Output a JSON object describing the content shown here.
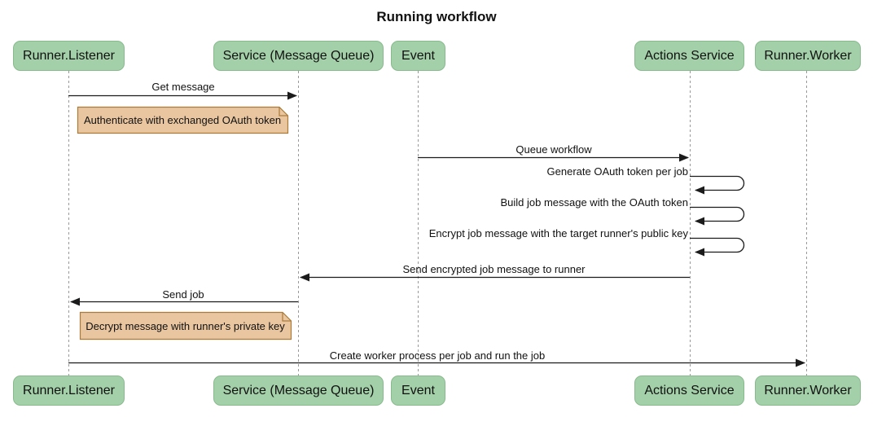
{
  "title": "Running workflow",
  "actors": [
    {
      "id": "runner-listener",
      "label": "Runner.Listener"
    },
    {
      "id": "service-message-queue",
      "label": "Service (Message Queue)"
    },
    {
      "id": "event",
      "label": "Event"
    },
    {
      "id": "actions-service",
      "label": "Actions Service"
    },
    {
      "id": "runner-worker",
      "label": "Runner.Worker"
    }
  ],
  "messages": [
    {
      "label": "Get message",
      "from": "Runner.Listener",
      "to": "Service (Message Queue)",
      "kind": "solid-arrow"
    },
    {
      "label": "Queue workflow",
      "from": "Event",
      "to": "Actions Service",
      "kind": "solid-arrow"
    },
    {
      "label": "Generate OAuth token per job",
      "from": "Actions Service",
      "to": "Actions Service",
      "kind": "self-loop"
    },
    {
      "label": "Build job message with the OAuth token",
      "from": "Actions Service",
      "to": "Actions Service",
      "kind": "self-loop"
    },
    {
      "label": "Encrypt job message with the target runner's public key",
      "from": "Actions Service",
      "to": "Actions Service",
      "kind": "self-loop"
    },
    {
      "label": "Send encrypted job message to runner",
      "from": "Actions Service",
      "to": "Service (Message Queue)",
      "kind": "solid-arrow"
    },
    {
      "label": "Send job",
      "from": "Service (Message Queue)",
      "to": "Runner.Listener",
      "kind": "solid-arrow"
    },
    {
      "label": "Create worker process per job and run the job",
      "from": "Runner.Listener",
      "to": "Runner.Worker",
      "kind": "solid-arrow"
    }
  ],
  "notes": [
    {
      "label": "Authenticate with exchanged OAuth token",
      "anchor": "Runner.Listener"
    },
    {
      "label": "Decrypt message with runner's private key",
      "anchor": "Runner.Listener"
    }
  ],
  "colors": {
    "actor_fill": "#a3d0a8",
    "actor_border": "#87ba8d",
    "note_fill": "#e9c6a0",
    "note_border": "#aa7b39",
    "lifeline": "#999999",
    "arrow": "#1b1b1b",
    "text": "#111111",
    "background": "#ffffff"
  }
}
